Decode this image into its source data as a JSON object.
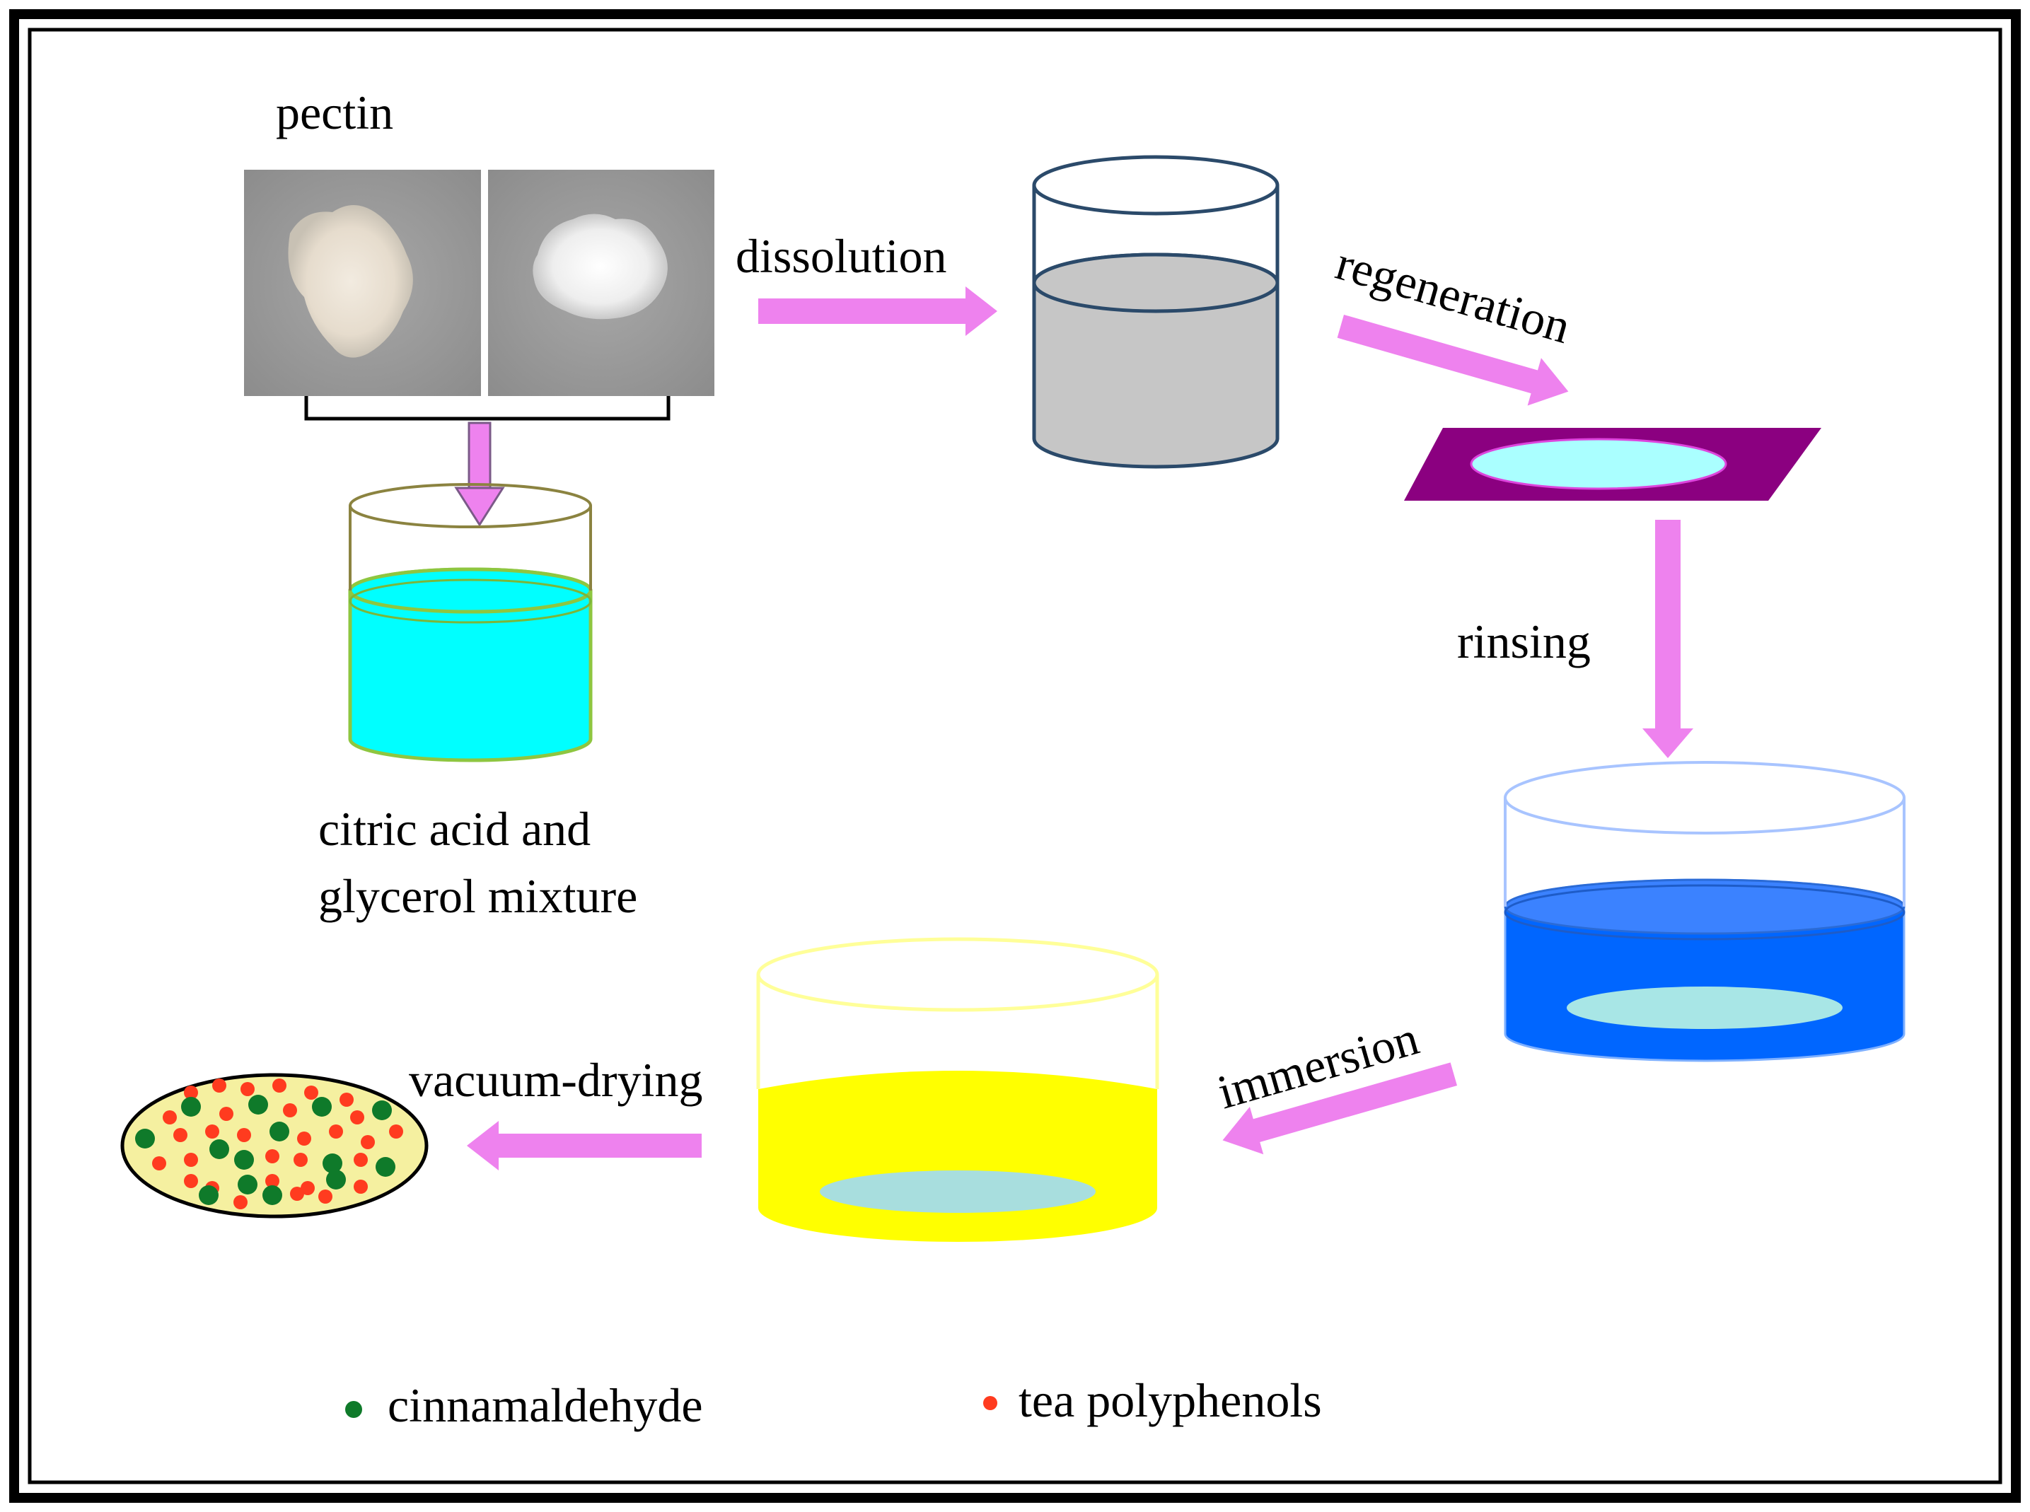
{
  "labels": {
    "pectin": "pectin",
    "dissolution": "dissolution",
    "regeneration": "regeneration",
    "rinsing": "rinsing",
    "immersion": "immersion",
    "vacuum_drying": "vacuum-drying",
    "citric_line1": "citric acid and",
    "citric_line2": "glycerol mixture"
  },
  "legend": [
    {
      "label": "cinnamaldehyde",
      "color": "#0f7a2a"
    },
    {
      "label": "tea polyphenols",
      "color": "#ff3b1f"
    }
  ],
  "colors": {
    "arrow": "#ee82ee",
    "gray_solution": "#c8c8c8",
    "cyan_solution": "#00ffff",
    "film_tray": "#8b0080",
    "film": "#aaffff",
    "blue_rinse": "#0066ff",
    "yellow_solution": "#ffff00",
    "dried_film": "#f5f0a0"
  }
}
